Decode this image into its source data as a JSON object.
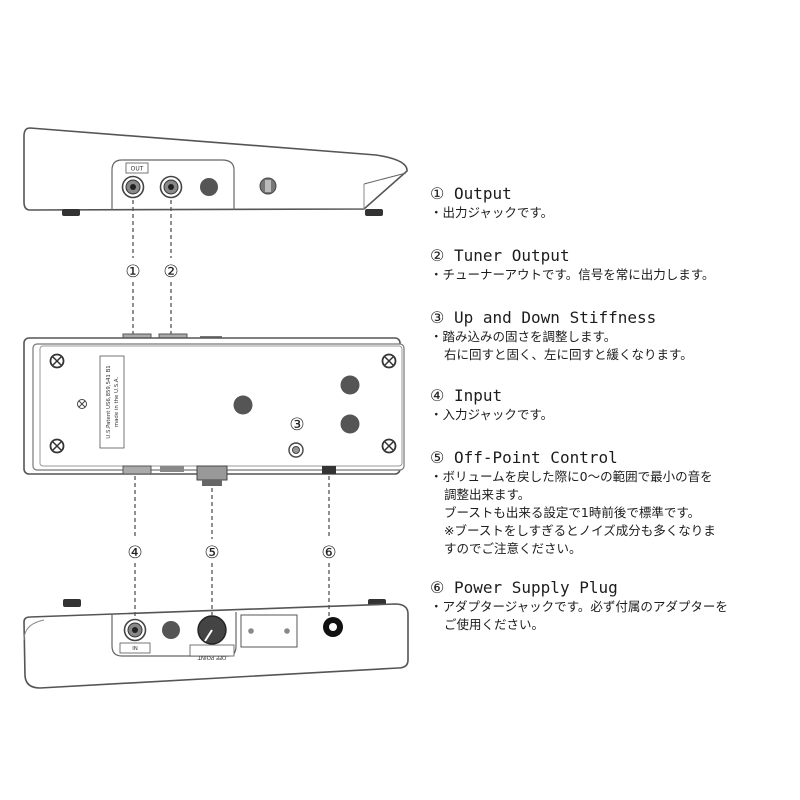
{
  "diagram": {
    "out_label": "OUT",
    "patent_line1": "U.S.Patent US6,859,541 B1",
    "patent_line2": "made in the U.S.A.",
    "in_label": "IN",
    "off_point_label": "OFF POINT",
    "callouts": [
      "①",
      "②",
      "③",
      "④",
      "⑤",
      "⑥"
    ]
  },
  "legend": [
    {
      "title": "① Output",
      "lines": [
        "・出力ジャックです。"
      ]
    },
    {
      "title": "② Tuner Output",
      "lines": [
        "・チューナーアウトです。信号を常に出力します。"
      ]
    },
    {
      "title": "③ Up and Down Stiffness",
      "lines": [
        "・踏み込みの固さを調整します。",
        "右に回すと固く、左に回すと緩くなります。"
      ]
    },
    {
      "title": "④ Input",
      "lines": [
        "・入力ジャックです。"
      ]
    },
    {
      "title": "⑤ Off-Point Control",
      "lines": [
        "・ボリュームを戻した際に0〜の範囲で最小の音を",
        "調整出来ます。",
        "ブーストも出来る設定で1時前後で標準です。",
        "※ブーストをしすぎるとノイズ成分も多くなりま",
        "すのでご注意ください。"
      ]
    },
    {
      "title": "⑥ Power Supply Plug",
      "lines": [
        "・アダプタージャックです。必ず付属のアダプターを",
        "ご使用ください。"
      ]
    }
  ]
}
